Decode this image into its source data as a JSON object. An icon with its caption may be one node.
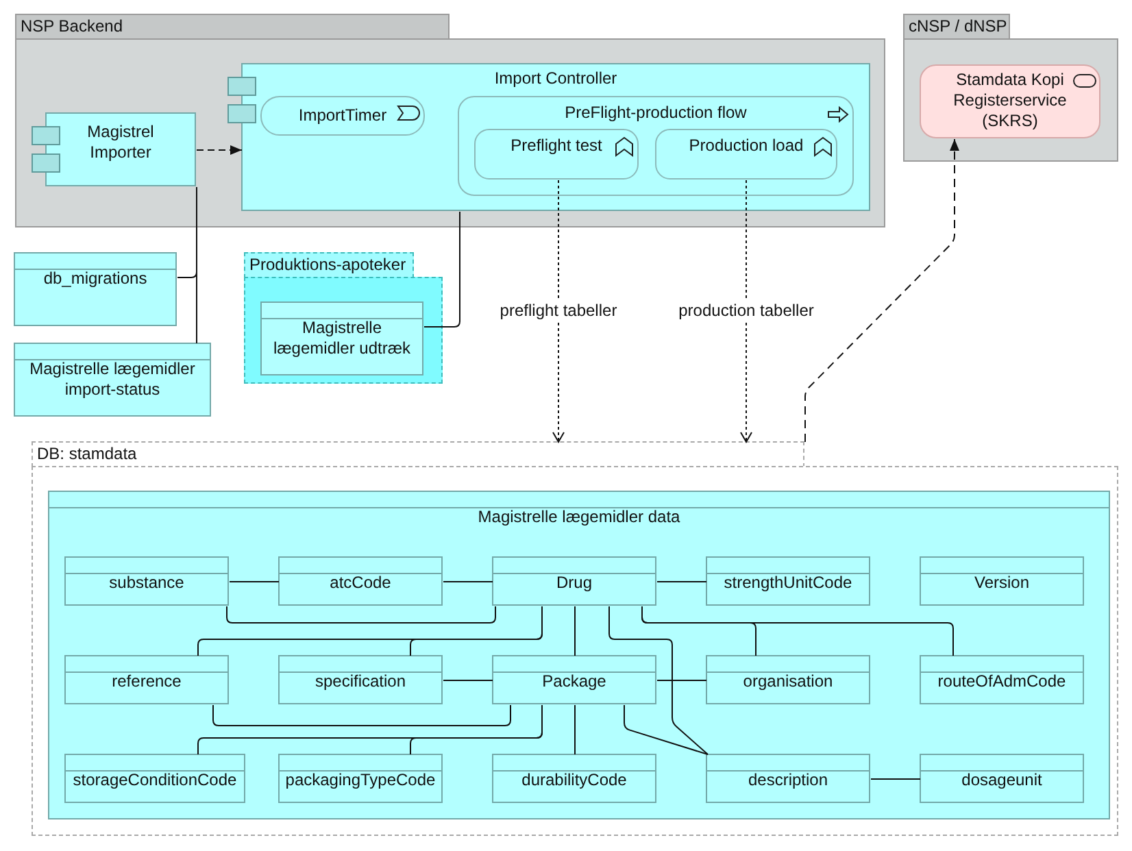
{
  "diagram": {
    "nodes": [
      {
        "text": [
          "NSP Backend"
        ]
      },
      {
        "text": [
          "Magistrel Importer"
        ],
        "in": 0
      },
      {
        "text": [
          "Import Controller"
        ],
        "in": 0
      },
      {
        "text": [
          "ImportTimer"
        ],
        "in": 2
      },
      {
        "text": [
          "PreFlight-production flow"
        ],
        "in": 2
      },
      {
        "text": [
          "Preflight test"
        ],
        "in": 4
      },
      {
        "text": [
          "Production load"
        ],
        "in": 4
      },
      {
        "text": [
          "cNSP / dNSP"
        ]
      },
      {
        "text": [
          "Stamdata Kopi Registerservice (SKRS)"
        ],
        "in": 7
      },
      {
        "text": [
          "db_migrations"
        ]
      },
      {
        "text": [
          "Magistrelle lægemidler import-status"
        ]
      },
      {
        "text": [
          "Produktions-apoteker"
        ]
      },
      {
        "text": [
          "Magistrelle lægemidler udtræk"
        ],
        "in": 11
      },
      {
        "text": [
          "DB: stamdata"
        ]
      },
      {
        "text": [
          "Magistrelle lægemidler data"
        ],
        "in": 13
      },
      {
        "text": [
          "substance"
        ],
        "in": 14
      },
      {
        "text": [
          "atcCode"
        ],
        "in": 14
      },
      {
        "text": [
          "Drug"
        ],
        "in": 14
      },
      {
        "text": [
          "strengthUnitCode"
        ],
        "in": 14
      },
      {
        "text": [
          "Version"
        ],
        "in": 14
      },
      {
        "text": [
          "reference"
        ],
        "in": 14
      },
      {
        "text": [
          "specification"
        ],
        "in": 14
      },
      {
        "text": [
          "Package"
        ],
        "in": 14
      },
      {
        "text": [
          "organisation"
        ],
        "in": 14
      },
      {
        "text": [
          "routeOfAdmCode"
        ],
        "in": 14
      },
      {
        "text": [
          "storageConditionCode"
        ],
        "in": 14
      },
      {
        "text": [
          "packagingTypeCode"
        ],
        "in": 14
      },
      {
        "text": [
          "durabilityCode"
        ],
        "in": 14
      },
      {
        "text": [
          "description"
        ],
        "in": 14
      },
      {
        "text": [
          "dosageunit"
        ],
        "in": 14
      }
    ],
    "edges": [
      {
        "from": 1,
        "to": 2,
        "arrow": "to",
        "style": "dashed"
      },
      {
        "from": 1,
        "to": 9,
        "arrow": "none"
      },
      {
        "from": 1,
        "to": 10,
        "arrow": "none"
      },
      {
        "from": 2,
        "to": 12,
        "arrow": "none"
      },
      {
        "from": 5,
        "to": 13,
        "arrow": "to",
        "label": "preflight tabeller",
        "style": "dashed"
      },
      {
        "from": 6,
        "to": 13,
        "arrow": "to",
        "label": "production tabeller",
        "style": "dashed"
      },
      {
        "from": 13,
        "to": 8,
        "arrow": "to",
        "style": "dashed"
      },
      {
        "from": 15,
        "to": 16,
        "arrow": "none"
      },
      {
        "from": 16,
        "to": 17,
        "arrow": "none"
      },
      {
        "from": 15,
        "to": 17,
        "arrow": "none"
      },
      {
        "from": 17,
        "to": 18,
        "arrow": "none"
      },
      {
        "from": 17,
        "to": 20,
        "arrow": "none"
      },
      {
        "from": 17,
        "to": 21,
        "arrow": "none"
      },
      {
        "from": 17,
        "to": 22,
        "arrow": "none"
      },
      {
        "from": 17,
        "to": 23,
        "arrow": "none"
      },
      {
        "from": 17,
        "to": 24,
        "arrow": "none"
      },
      {
        "from": 17,
        "to": 28,
        "arrow": "none"
      },
      {
        "from": 21,
        "to": 22,
        "arrow": "none"
      },
      {
        "from": 22,
        "to": 23,
        "arrow": "none"
      },
      {
        "from": 22,
        "to": 20,
        "arrow": "none"
      },
      {
        "from": 22,
        "to": 25,
        "arrow": "none"
      },
      {
        "from": 22,
        "to": 26,
        "arrow": "none"
      },
      {
        "from": 22,
        "to": 27,
        "arrow": "none"
      },
      {
        "from": 22,
        "to": 28,
        "arrow": "none"
      },
      {
        "from": 28,
        "to": 29,
        "arrow": "none"
      }
    ]
  }
}
